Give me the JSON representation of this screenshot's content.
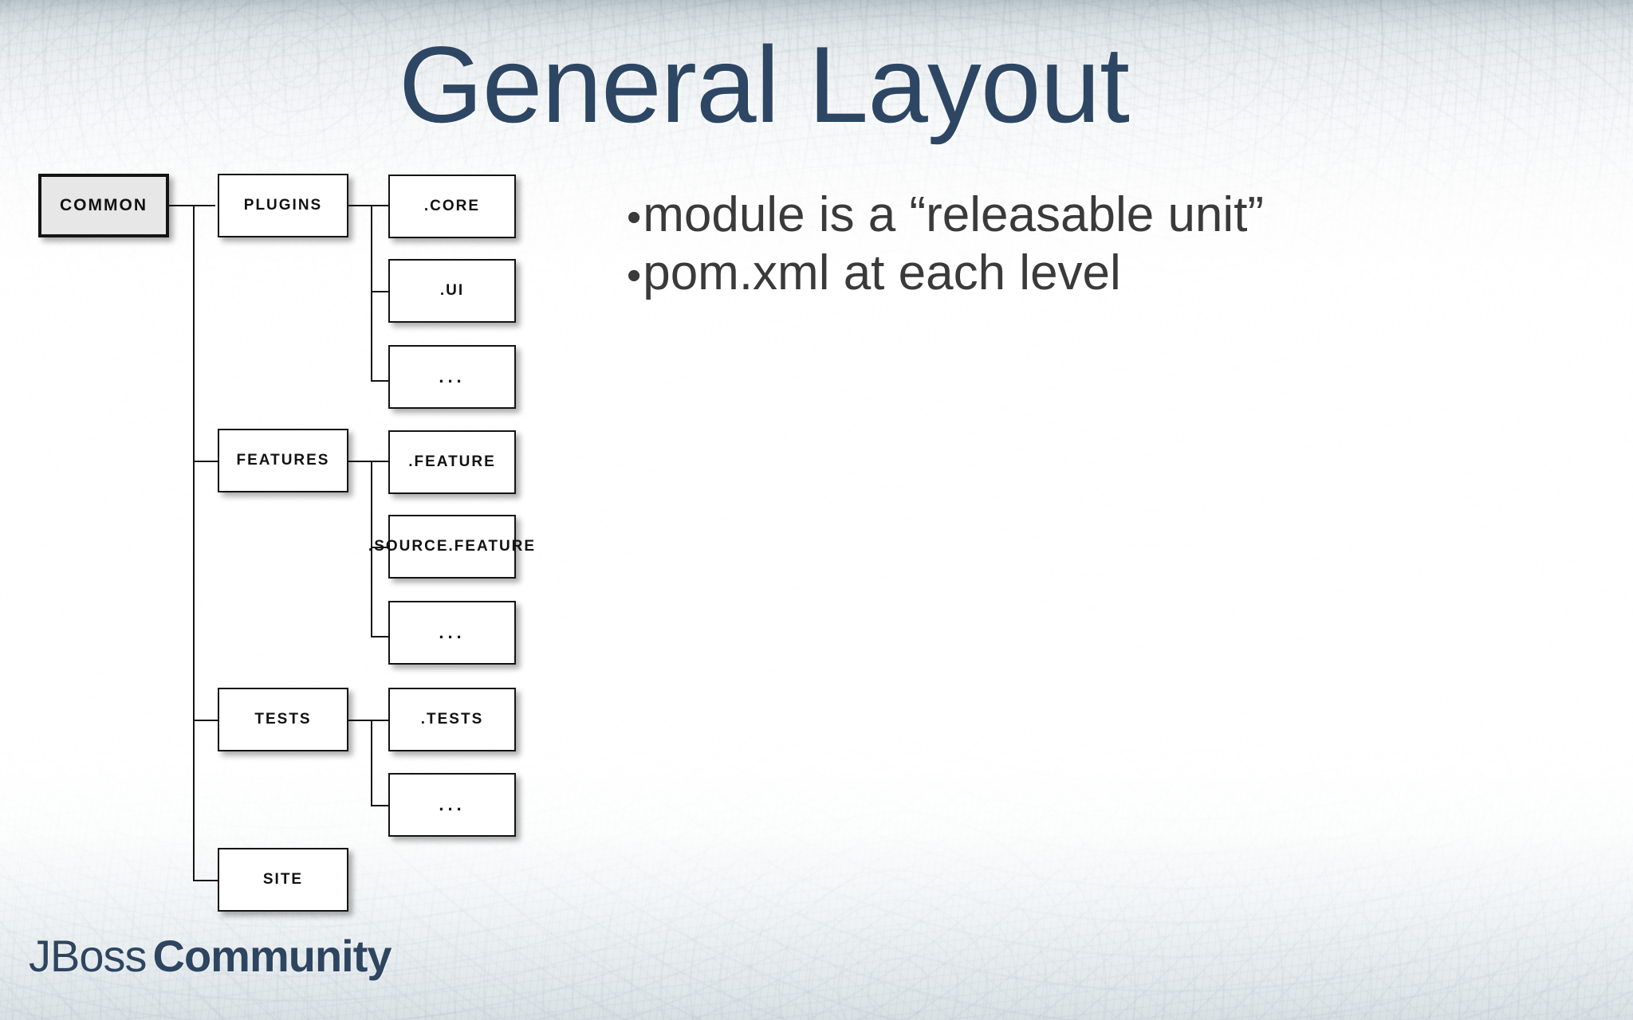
{
  "slide": {
    "title": "General Layout",
    "title_color": "#2d4663",
    "background_top_color": "#b9c5ca",
    "background_bottom_color": "#d8e0e4"
  },
  "bullets": [
    {
      "marker": "•",
      "text": "module is a “releasable unit”"
    },
    {
      "marker": "•",
      "text": "pom.xml at each level"
    }
  ],
  "diagram": {
    "type": "tree",
    "root": {
      "label": "COMMON",
      "highlighted": true
    },
    "level1": [
      {
        "label": "PLUGINS"
      },
      {
        "label": "FEATURES"
      },
      {
        "label": "TESTS"
      },
      {
        "label": "SITE"
      }
    ],
    "level2": {
      "plugins": [
        {
          "label": ".CORE"
        },
        {
          "label": ".UI"
        },
        {
          "label": "..."
        }
      ],
      "features": [
        {
          "label": ".FEATURE"
        },
        {
          "label": ".SOURCE.FEATURE"
        },
        {
          "label": "..."
        }
      ],
      "tests": [
        {
          "label": ".TESTS"
        },
        {
          "label": "..."
        }
      ],
      "site": []
    }
  },
  "logo": {
    "part1": "JBoss",
    "part2": "Community",
    "color": "#2e4560"
  }
}
